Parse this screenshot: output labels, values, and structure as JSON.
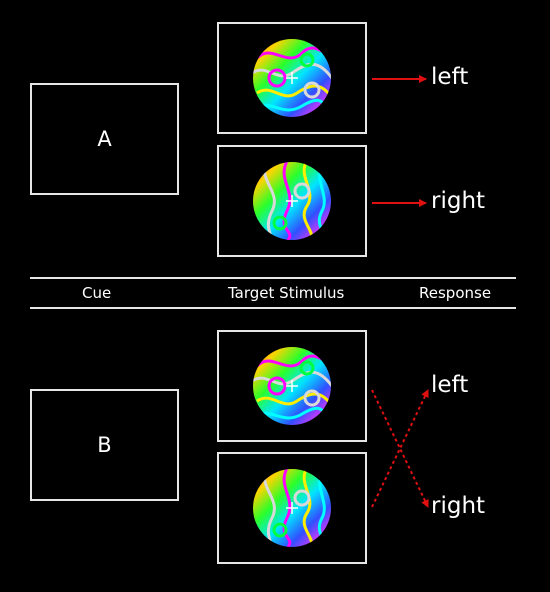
{
  "colors": {
    "background": "#000000",
    "line": "#e6e6e6",
    "arrow": "#e01010",
    "text": "#ffffff"
  },
  "panel_a": {
    "cue_label": "A",
    "responses": [
      "left",
      "right"
    ],
    "mapping": "direct"
  },
  "panel_b": {
    "cue_label": "B",
    "responses": [
      "left",
      "right"
    ],
    "mapping": "crossed"
  },
  "columns": {
    "cue": "Cue",
    "target": "Target Stimulus",
    "response": "Response"
  }
}
